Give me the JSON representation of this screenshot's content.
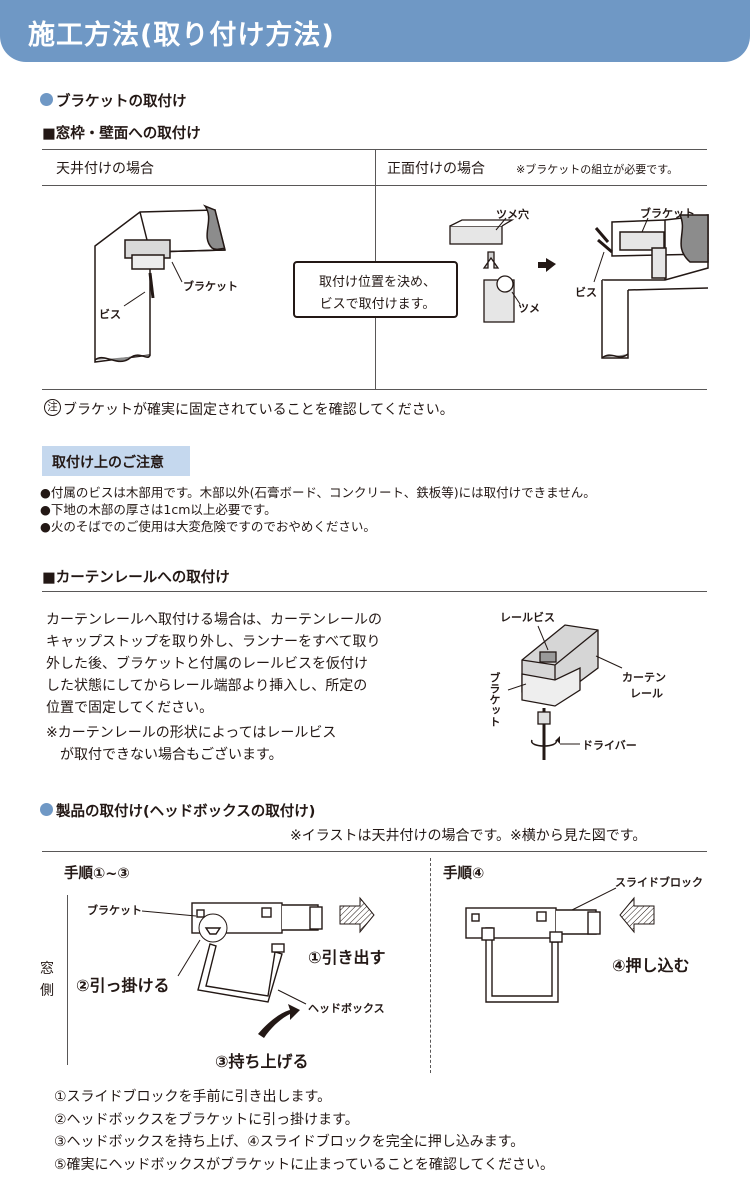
{
  "header": {
    "title": "施工方法(取り付け方法)"
  },
  "bracket_section": {
    "title": "ブラケットの取付け",
    "window_wall": {
      "title": "■窓枠・壁面への取付け",
      "ceiling_label": "天井付けの場合",
      "front_label": "正面付けの場合",
      "front_note": "※ブラケットの組立が必要です。",
      "callout_line1": "取付け位置を決め、",
      "callout_line2": "ビスで取付けます。",
      "labels": {
        "bracket_left": "ブラケット",
        "screw_left": "ビス",
        "claw_hole": "ツメ穴",
        "claw": "ツメ",
        "bracket_right": "ブラケット",
        "screw_right": "ビス"
      },
      "confirm_badge": "注",
      "confirm_text": "ブラケットが確実に固定されていることを確認してください。"
    },
    "notice": {
      "title": "取付け上のご注意",
      "items": [
        "●付属のビスは木部用です。木部以外(石膏ボード、コンクリート、鉄板等)には取付けできません。",
        "●下地の木部の厚さは1cm以上必要です。",
        "●火のそばでのご使用は大変危険ですのでおやめください。"
      ]
    },
    "curtain_rail": {
      "title": "■カーテンレールへの取付け",
      "lines": [
        "カーテンレールへ取付ける場合は、カーテンレールの",
        "キャップストップを取り外し、ランナーをすべて取り",
        "外した後、ブラケットと付属のレールビスを仮付け",
        "した状態にしてからレール端部より挿入し、所定の",
        "位置で固定してください。"
      ],
      "note_line1": "※カーテンレールの形状によってはレールビス",
      "note_line2": "が取付できない場合もございます。",
      "labels": {
        "rail_screw": "レールビス",
        "rail_1": "カーテン",
        "rail_2": "レール",
        "bracket_vertical": "ブラケット",
        "driver": "ドライバー"
      }
    }
  },
  "product_section": {
    "title": "製品の取付け(ヘッドボックスの取付け)",
    "note": "※イラストは天井付けの場合です。※横から見た図です。",
    "step_1_3_title": "手順①~③",
    "step_4_title": "手順④",
    "window_side": [
      "窓",
      "側"
    ],
    "labels": {
      "bracket": "ブラケット",
      "pull_out": "①引き出す",
      "hook": "②引っ掛ける",
      "headbox": "ヘッドボックス",
      "lift": "③持ち上げる",
      "slide_block": "スライドブロック",
      "push_in": "④押し込む"
    },
    "instructions": [
      "①スライドブロックを手前に引き出します。",
      "②ヘッドボックスをブラケットに引っ掛けます。",
      "③ヘッドボックスを持ち上げ、④スライドブロックを完全に押し込みます。",
      "⑤確実にヘッドボックスがブラケットに止まっていることを確認してください。"
    ]
  }
}
